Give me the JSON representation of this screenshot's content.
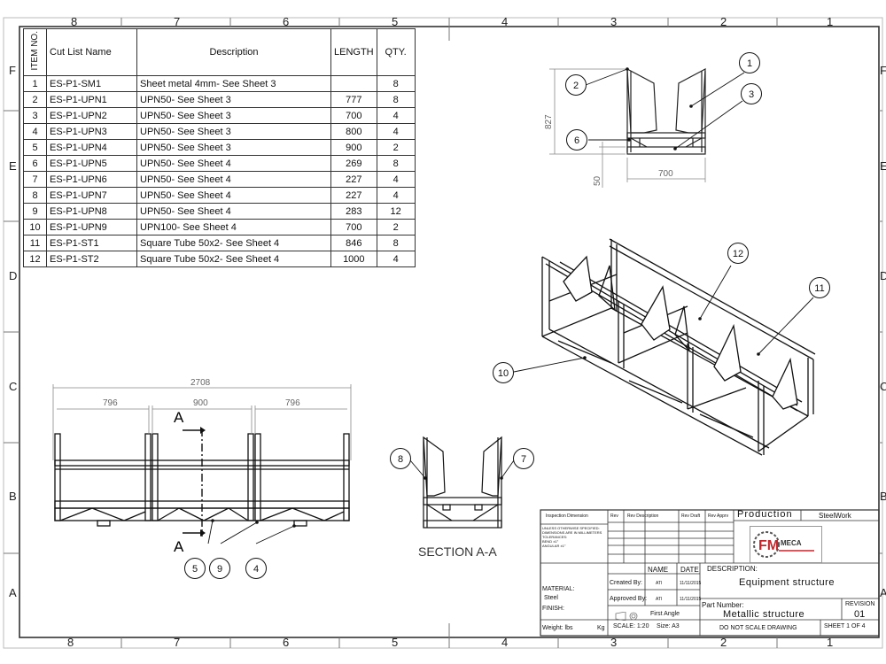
{
  "zones": {
    "columns": [
      "8",
      "7",
      "6",
      "5",
      "4",
      "3",
      "2",
      "1"
    ],
    "rows": [
      "F",
      "E",
      "D",
      "C",
      "B",
      "A"
    ]
  },
  "bom": {
    "headers": {
      "item_no": "ITEM NO.",
      "cut_list_name": "Cut List Name",
      "description": "Description",
      "length": "LENGTH",
      "qty": "QTY."
    },
    "rows": [
      {
        "item": "1",
        "name": "ES-P1-SM1",
        "desc": "Sheet metal 4mm- See Sheet 3",
        "length": "",
        "qty": "8"
      },
      {
        "item": "2",
        "name": "ES-P1-UPN1",
        "desc": "UPN50- See Sheet 3",
        "length": "777",
        "qty": "8"
      },
      {
        "item": "3",
        "name": "ES-P1-UPN2",
        "desc": "UPN50- See Sheet 3",
        "length": "700",
        "qty": "4"
      },
      {
        "item": "4",
        "name": "ES-P1-UPN3",
        "desc": "UPN50- See Sheet 3",
        "length": "800",
        "qty": "4"
      },
      {
        "item": "5",
        "name": "ES-P1-UPN4",
        "desc": "UPN50- See Sheet 3",
        "length": "900",
        "qty": "2"
      },
      {
        "item": "6",
        "name": "ES-P1-UPN5",
        "desc": "UPN50- See Sheet 4",
        "length": "269",
        "qty": "8"
      },
      {
        "item": "7",
        "name": "ES-P1-UPN6",
        "desc": "UPN50- See Sheet 4",
        "length": "227",
        "qty": "4"
      },
      {
        "item": "8",
        "name": "ES-P1-UPN7",
        "desc": "UPN50- See Sheet 4",
        "length": "227",
        "qty": "4"
      },
      {
        "item": "9",
        "name": "ES-P1-UPN8",
        "desc": "UPN50- See Sheet 4",
        "length": "283",
        "qty": "12"
      },
      {
        "item": "10",
        "name": "ES-P1-UPN9",
        "desc": "UPN100- See Sheet 4",
        "length": "700",
        "qty": "2"
      },
      {
        "item": "11",
        "name": "ES-P1-ST1",
        "desc": "Square Tube 50x2- See Sheet 4",
        "length": "846",
        "qty": "8"
      },
      {
        "item": "12",
        "name": "ES-P1-ST2",
        "desc": "Square Tube 50x2- See Sheet 4",
        "length": "1000",
        "qty": "4"
      }
    ]
  },
  "dimensions": {
    "end_height": "827",
    "end_width": "700",
    "end_offset": "50",
    "front_total": "2708",
    "front_bay_1": "796",
    "front_bay_2": "900",
    "front_bay_3": "796"
  },
  "balloons": {
    "b1": "1",
    "b2": "2",
    "b3": "3",
    "b4": "4",
    "b5": "5",
    "b6": "6",
    "b7": "7",
    "b8": "8",
    "b9": "9",
    "b10": "10",
    "b11": "11",
    "b12": "12"
  },
  "section": {
    "label": "SECTION A-A",
    "cut_letter": "A"
  },
  "title_block": {
    "production": "Production",
    "steelwork": "SteelWork",
    "description_label": "DESCRIPTION:",
    "description": "Equipment structure",
    "part_number_label": "Part Number:",
    "part_number": "Metallic structure",
    "revision_label": "REVISION",
    "revision": "01",
    "logo_text": "MECA",
    "name_col": "NAME",
    "date_col": "DATE",
    "created_by": "Created By:",
    "approved_by": "Approved By:",
    "created_name": "ATI",
    "approved_name": "ATI",
    "created_date": "11/11/2015",
    "approved_date": "11/11/2015",
    "material_label": "MATERIAL:",
    "material": "Steel",
    "finish_label": "FINISH:",
    "weight_label": "Weight: lbs",
    "weight_unit": "Kg",
    "projection": "First Angle",
    "scale": "SCALE: 1:20",
    "size": "Size: A3",
    "no_scale": "DO NOT SCALE DRAWING",
    "sheet": "SHEET 1 OF 4",
    "rev_header_rev": "Rev",
    "rev_header_desc": "Rev Description",
    "rev_header_draft": "Rev Draft",
    "rev_header_appr": "Rev Apprv",
    "inspection": "Inspection Dimension",
    "notes": [
      "UNLESS OTHERWISE SPECIFIED:",
      "DIMENSIONS ARE IN MILLIMETERS",
      "TOLERANCES:",
      "BEND ±1°",
      "ANGULAR ±1°"
    ]
  }
}
